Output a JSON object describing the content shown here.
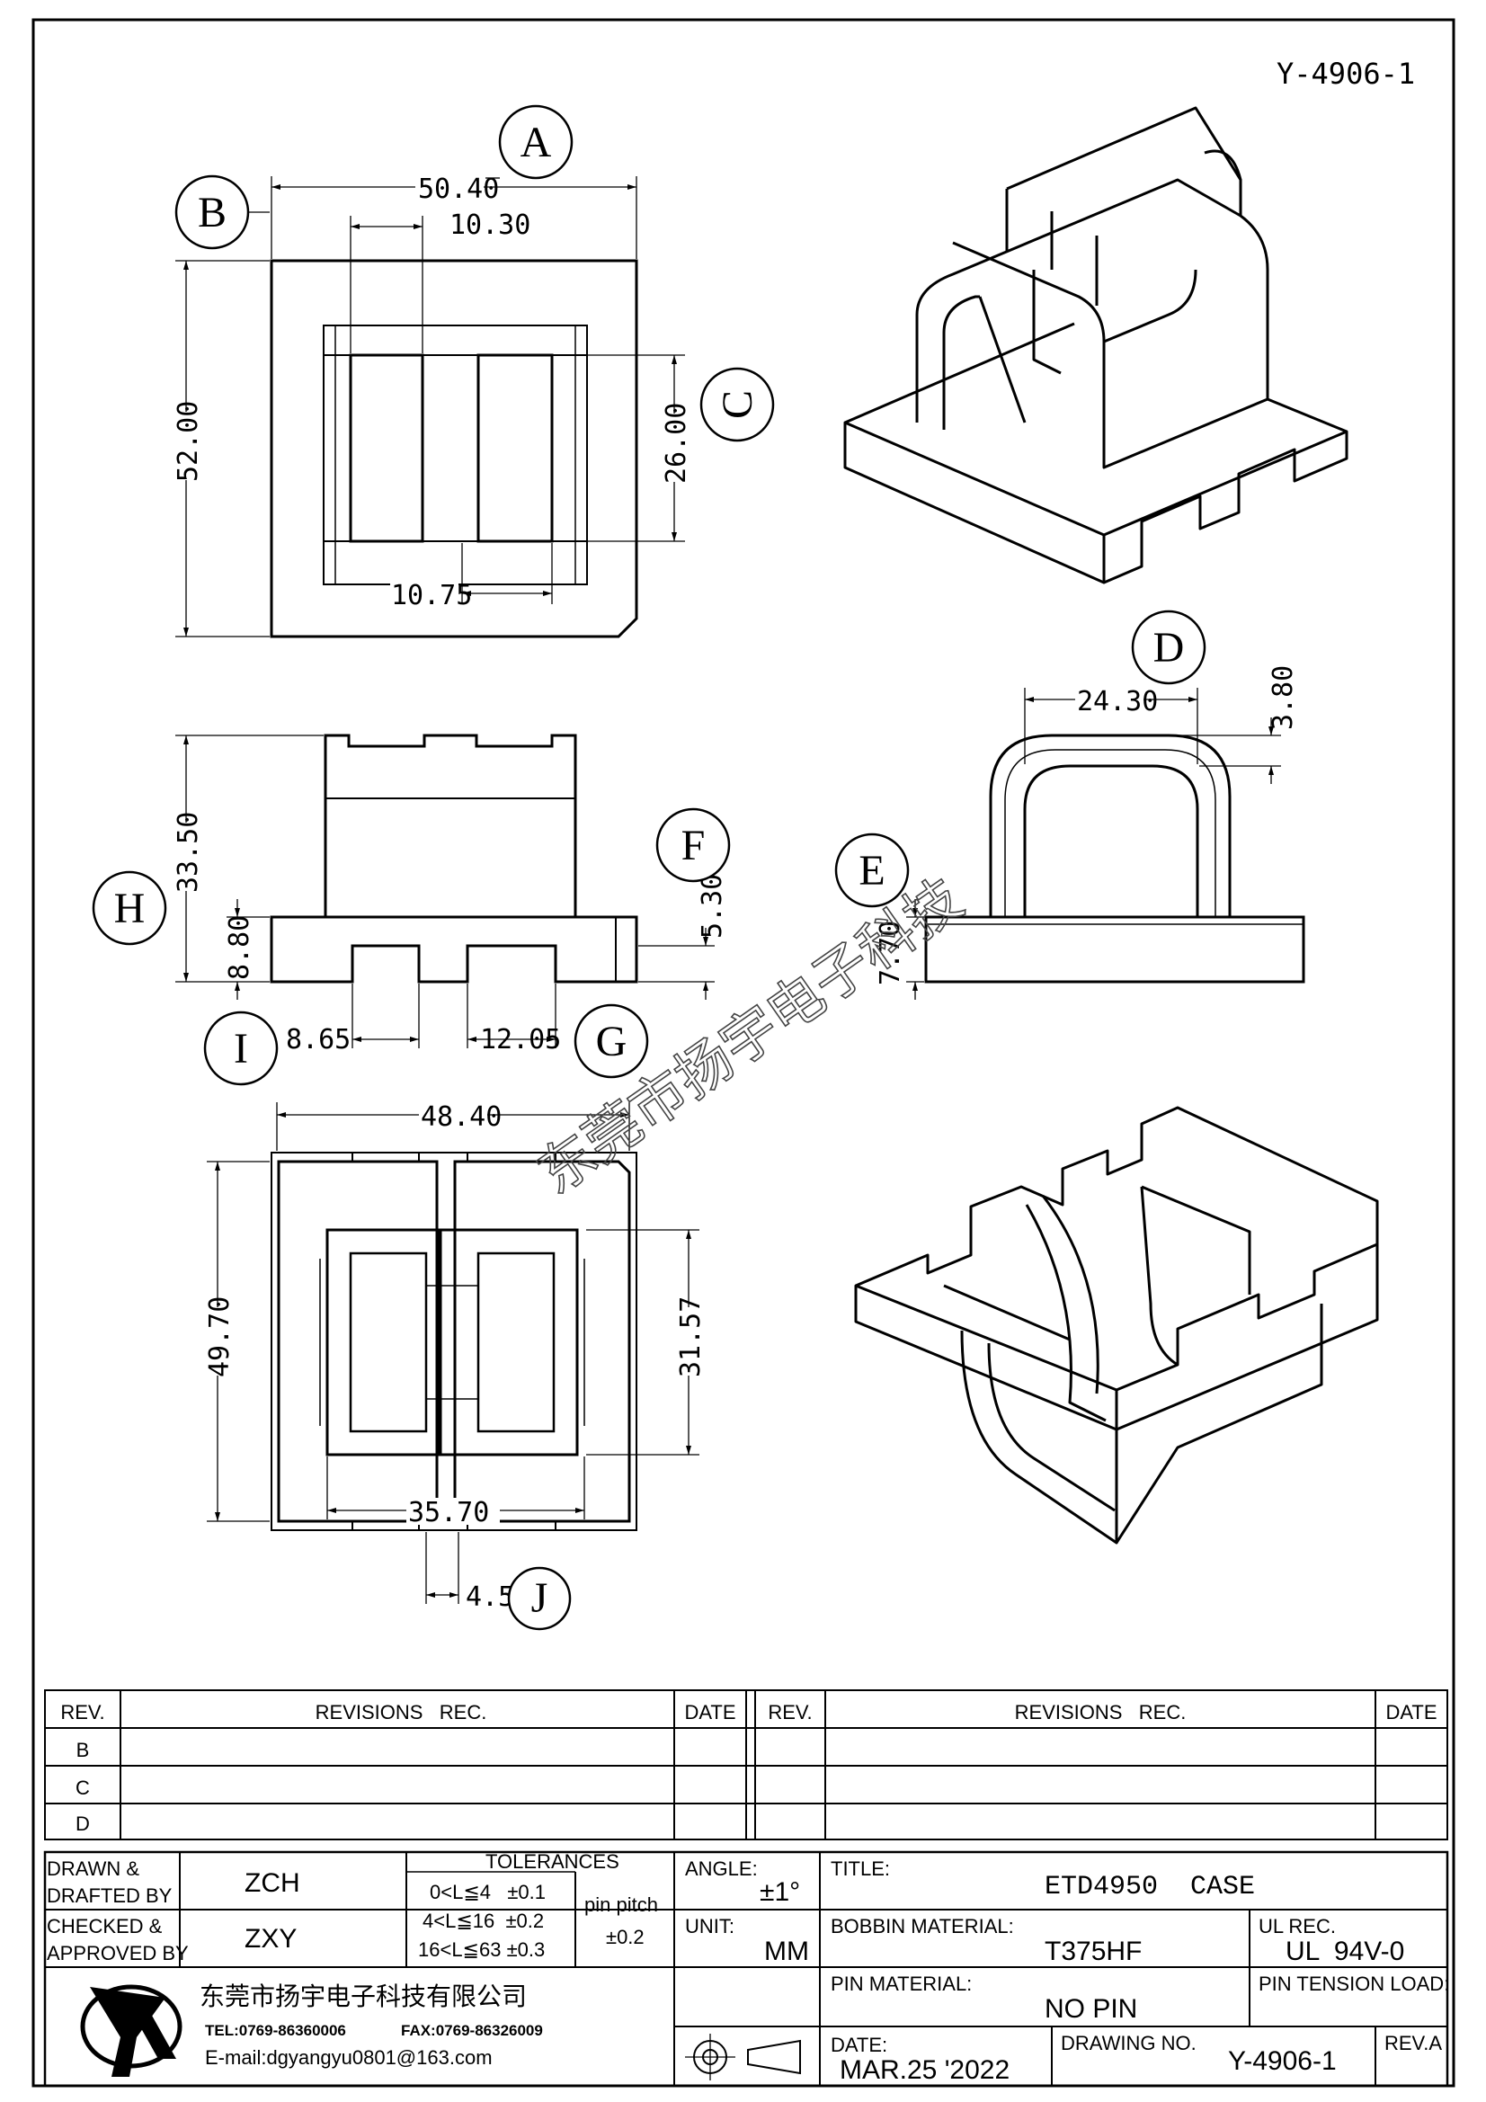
{
  "drawing_code": "Y-4906-1",
  "watermark": "东莞市扬宇电子科技",
  "balloons": {
    "A": "A",
    "B": "B",
    "C": "C",
    "D": "D",
    "E": "E",
    "F": "F",
    "G": "G",
    "H": "H",
    "I": "I",
    "J": "J"
  },
  "dims": {
    "d1": "50.40",
    "d2": "10.30",
    "d3": "52.00",
    "d4": "26.00",
    "d5": "10.75",
    "d6": "24.30",
    "d7": "3.80",
    "d8": "33.50",
    "d9": "8.80",
    "d10": "5.30",
    "d11": "7.70",
    "d12": "8.65",
    "d13": "12.05",
    "d14": "48.40",
    "d15": "49.70",
    "d16": "31.57",
    "d17": "35.70",
    "d18": "4.50"
  },
  "revisions": {
    "rev_header": "REV.",
    "rec_header": "REVISIONS   REC.",
    "date_header": "DATE",
    "rows": [
      "B",
      "C",
      "D"
    ]
  },
  "title_block": {
    "drawn_label_1": "DRAWN &",
    "drawn_label_2": "DRAFTED BY",
    "drawn_value": "ZCH",
    "checked_label_1": "CHECKED &",
    "checked_label_2": "APPROVED BY",
    "checked_value": "ZXY",
    "tolerances_label": "TOLERANCES",
    "tol_1": "0<L≦4   ±0.1",
    "tol_2": "4<L≦16  ±0.2",
    "tol_3": "16<L≦63 ±0.3",
    "pin_pitch_label": "pin pitch",
    "pin_pitch_value": "±0.2",
    "angle_label": "ANGLE:",
    "angle_value": "±1°",
    "unit_label": "UNIT:",
    "unit_value": "MM",
    "title_label": "TITLE:",
    "title_value": "ETD4950  CASE",
    "bobbin_label": "BOBBIN MATERIAL:",
    "bobbin_value": "T375HF",
    "ul_label": "UL REC.",
    "ul_value": "UL  94V-0",
    "pin_material_label": "PIN MATERIAL:",
    "pin_material_value": "NO PIN",
    "pin_tension_label": "PIN TENSION LOAD:",
    "date_label": "DATE:",
    "date_value": "MAR.25 '2022",
    "drawing_no_label": "DRAWING NO.",
    "drawing_no_value": "Y-4906-1",
    "rev_label": "REV.A",
    "company": "东莞市扬宇电子科技有限公司",
    "tel": "TEL:0769-86360006",
    "fax": "FAX:0769-86326009",
    "email": "E-mail:dgyangyu0801@163.com"
  }
}
